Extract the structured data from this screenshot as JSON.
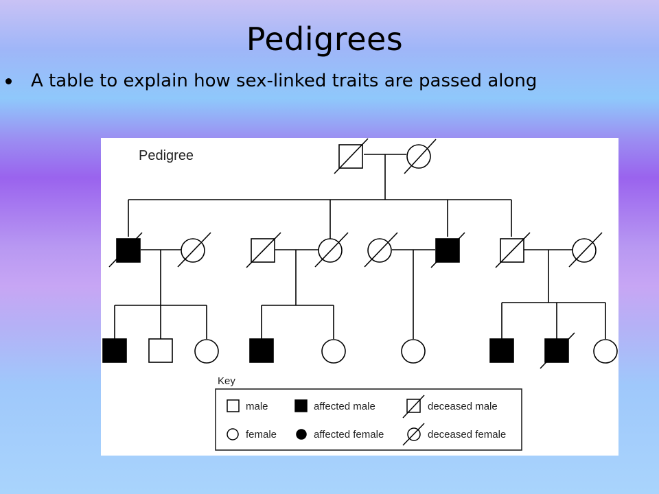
{
  "slide": {
    "title": "Pedigrees",
    "bullet": "A table to explain how sex-linked traits are passed along"
  },
  "figure": {
    "heading": "Pedigree",
    "key_title": "Key",
    "key": {
      "male": "male",
      "affected_male": "affected male",
      "deceased_male": "deceased male",
      "female": "female",
      "affected_female": "affected female",
      "deceased_female": "deceased female"
    }
  },
  "pedigree": {
    "generation_1": [
      {
        "sex": "male",
        "affected": false,
        "deceased": true
      },
      {
        "sex": "female",
        "affected": false,
        "deceased": true
      }
    ],
    "generation_2": [
      {
        "sex": "male",
        "affected": true,
        "deceased": true
      },
      {
        "sex": "female",
        "affected": false,
        "deceased": true
      },
      {
        "sex": "male",
        "affected": false,
        "deceased": true
      },
      {
        "sex": "female",
        "affected": false,
        "deceased": true
      },
      {
        "sex": "female",
        "affected": false,
        "deceased": true
      },
      {
        "sex": "male",
        "affected": true,
        "deceased": true
      },
      {
        "sex": "male",
        "affected": false,
        "deceased": true
      },
      {
        "sex": "female",
        "affected": false,
        "deceased": true
      }
    ],
    "generation_3": [
      {
        "sex": "male",
        "affected": true,
        "deceased": false
      },
      {
        "sex": "male",
        "affected": false,
        "deceased": false
      },
      {
        "sex": "female",
        "affected": false,
        "deceased": false
      },
      {
        "sex": "male",
        "affected": true,
        "deceased": false
      },
      {
        "sex": "female",
        "affected": false,
        "deceased": false
      },
      {
        "sex": "female",
        "affected": false,
        "deceased": false
      },
      {
        "sex": "male",
        "affected": true,
        "deceased": false
      },
      {
        "sex": "male",
        "affected": true,
        "deceased": true
      },
      {
        "sex": "female",
        "affected": false,
        "deceased": false
      }
    ]
  }
}
